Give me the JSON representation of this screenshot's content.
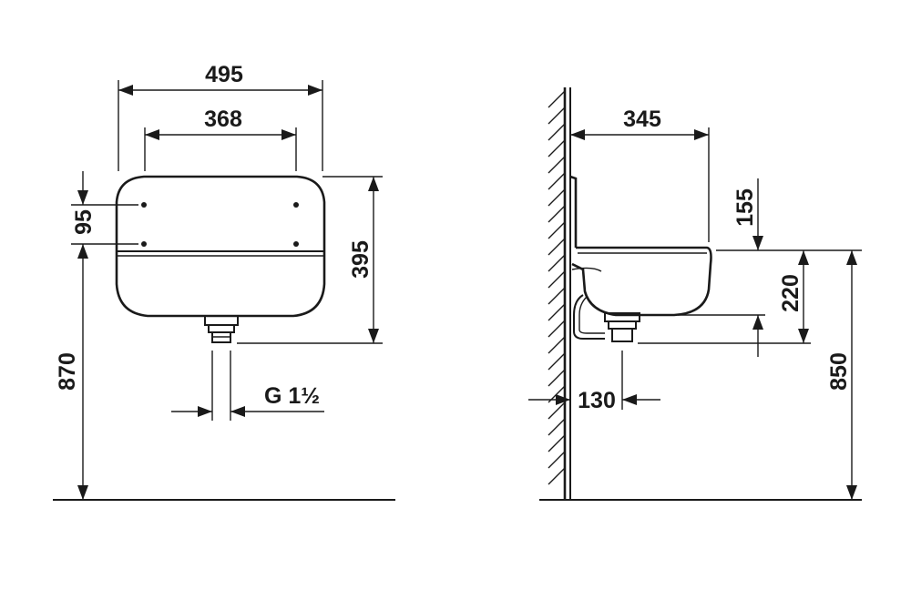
{
  "front_view": {
    "overall_width": "495",
    "hole_spacing": "368",
    "hole_vertical_spacing": "95",
    "basin_height": "395",
    "mount_height": "870",
    "waste_thread": "G 1½"
  },
  "side_view": {
    "projection": "345",
    "rim_to_top": "155",
    "rim_to_outlet": "220",
    "wall_to_outlet": "130",
    "rim_height": "850"
  }
}
